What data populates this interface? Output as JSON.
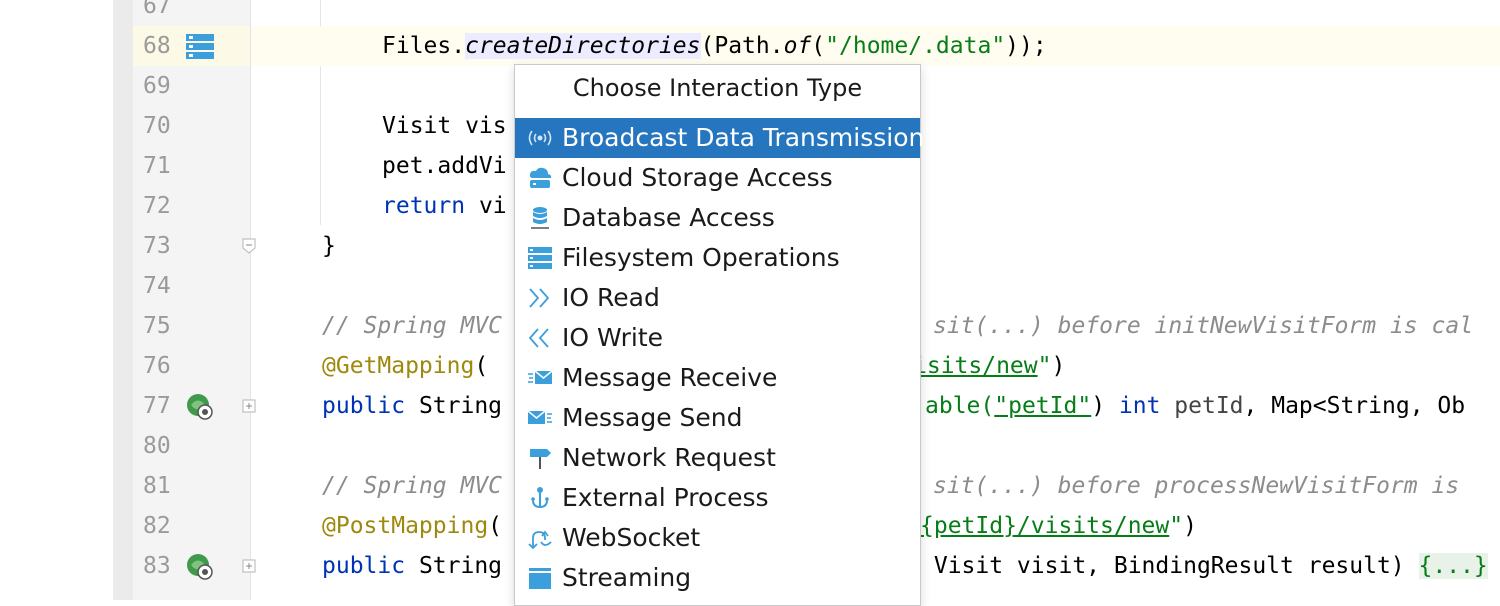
{
  "editor": {
    "current_line": "68",
    "lines": [
      {
        "num": "67"
      },
      {
        "num": "68",
        "parts": [
          "Files.",
          "createDirectories",
          "(Path.",
          "of",
          "(",
          "\"/home/.data\"",
          "));"
        ]
      },
      {
        "num": "69"
      },
      {
        "num": "70",
        "text": "Visit vis"
      },
      {
        "num": "71",
        "text": "pet.addVi"
      },
      {
        "num": "72",
        "kw": "return",
        "rest": " vi"
      },
      {
        "num": "73",
        "text": "}"
      },
      {
        "num": "74"
      },
      {
        "num": "75",
        "left": "// Spring MVC",
        "right": "sit(...) before initNewVisitForm is cal"
      },
      {
        "num": "76",
        "left_ann": "@GetMapping",
        "left_rest": "(",
        "right_str": "isits/new",
        "right_end": "\")"
      },
      {
        "num": "77",
        "left_kw": "public",
        "left_rest": " String",
        "right_a": "able(",
        "right_str": "\"petId\"",
        "right_b": ") ",
        "right_kw": "int",
        "right_par": " petId",
        "right_c": ", Map<String, Ob"
      },
      {
        "num": "80"
      },
      {
        "num": "81",
        "left": "// Spring MVC",
        "right": "sit(...) before processNewVisitForm is"
      },
      {
        "num": "82",
        "left_ann": "@PostMapping",
        "left_rest": "(",
        "right_str": "{petId}/visits/new",
        "right_end": "\")"
      },
      {
        "num": "83",
        "left_kw": "public",
        "left_rest": " String",
        "right": " Visit visit, BindingResult result) ",
        "right_fold": "{...}"
      }
    ]
  },
  "popup": {
    "title": "Choose Interaction Type",
    "selected_index": 0,
    "items": [
      {
        "label": "Broadcast Data Transmission",
        "icon": "broadcast-icon"
      },
      {
        "label": "Cloud Storage Access",
        "icon": "cloud-storage-icon"
      },
      {
        "label": "Database Access",
        "icon": "database-icon"
      },
      {
        "label": "Filesystem Operations",
        "icon": "filesystem-icon"
      },
      {
        "label": "IO Read",
        "icon": "io-read-icon"
      },
      {
        "label": "IO Write",
        "icon": "io-write-icon"
      },
      {
        "label": "Message Receive",
        "icon": "message-receive-icon"
      },
      {
        "label": "Message Send",
        "icon": "message-send-icon"
      },
      {
        "label": "Network Request",
        "icon": "network-request-icon"
      },
      {
        "label": "External Process",
        "icon": "external-process-icon"
      },
      {
        "label": "WebSocket",
        "icon": "websocket-icon"
      },
      {
        "label": "Streaming",
        "icon": "streaming-icon"
      }
    ]
  },
  "colors": {
    "selection": "#2675bf",
    "icon_blue": "#3a9fdb",
    "keyword": "#0033b3",
    "string": "#067d17",
    "annotation": "#9e880d",
    "comment": "#8c8c8c"
  }
}
